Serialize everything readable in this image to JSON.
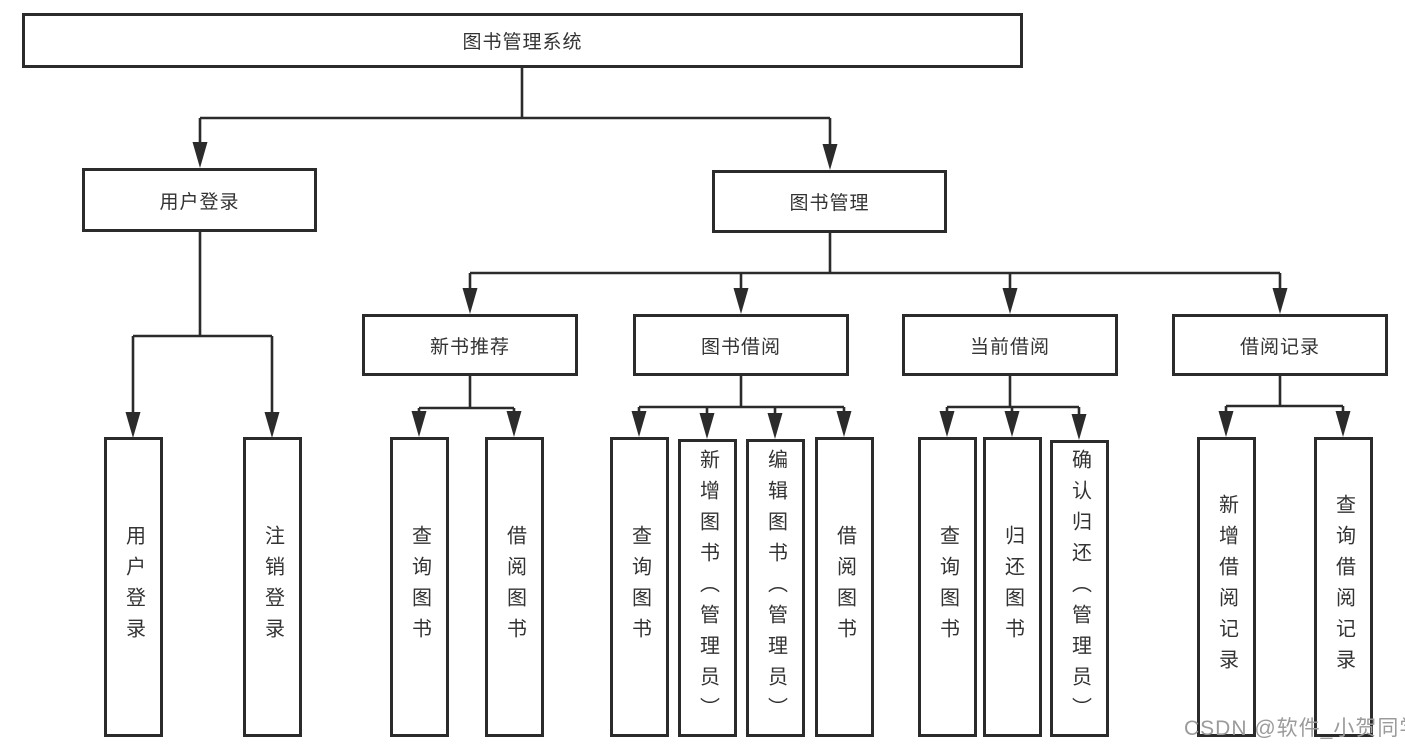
{
  "nodes": {
    "root": "图书管理系统",
    "level2": [
      "用户登录",
      "图书管理"
    ],
    "level3": [
      "新书推荐",
      "图书借阅",
      "当前借阅",
      "借阅记录"
    ],
    "leaves_user_login": [
      "用户登录",
      "注销登录"
    ],
    "leaves_new_book": [
      "查询图书",
      "借阅图书"
    ],
    "leaves_book_borrow": [
      "查询图书",
      "新增图书（管理员）",
      "编辑图书（管理员）",
      "借阅图书"
    ],
    "leaves_current_borrow": [
      "查询图书",
      "归还图书",
      "确认归还（管理员）"
    ],
    "leaves_borrow_records": [
      "新增借阅记录",
      "查询借阅记录"
    ]
  },
  "watermark": "CSDN @软件_小贺同学",
  "colors": {
    "line": "#2b2b2b",
    "text": "#333333",
    "watermark": "#9b9b9b",
    "background": "#ffffff"
  }
}
